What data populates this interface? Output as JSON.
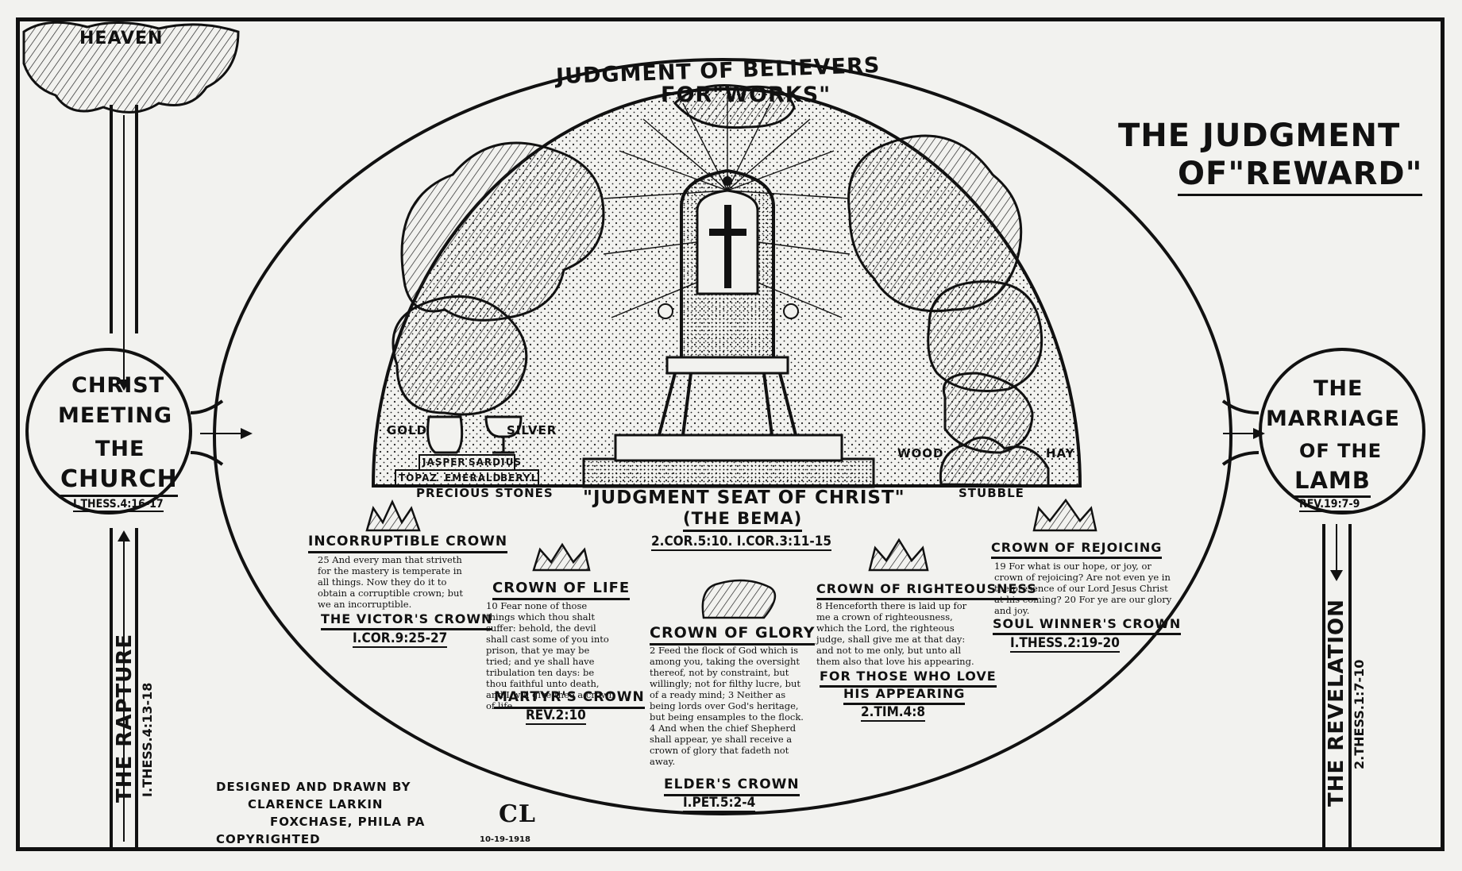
{
  "title": {
    "line1": "THE JUDGMENT",
    "line2": "OF\"REWARD\""
  },
  "heaven": "HEAVEN",
  "arc_title": {
    "line1": "JUDGMENT OF BELIEVERS",
    "line2": "FOR\"WORKS\""
  },
  "left_circle": {
    "line1": "CHRIST",
    "line2": "MEETING",
    "line3": "THE",
    "line4": "CHURCH",
    "ref": "I.THESS.4:16-17"
  },
  "right_circle": {
    "line1": "THE",
    "line2": "MARRIAGE",
    "line3": "OF THE",
    "line4": "LAMB",
    "ref": "REV.19:7-9"
  },
  "rapture": {
    "label": "THE RAPTURE",
    "ref": "I.THESS.4:13-18"
  },
  "revelation": {
    "label": "THE REVELATION",
    "ref": "2.THESS.1:7-10"
  },
  "materials": {
    "gold": "GOLD",
    "silver": "SILVER",
    "jasper": "JASPER",
    "sardius": "SARDIUS",
    "topaz": "TOPAZ",
    "emerald": "EMERALD",
    "beryl": "BERYL",
    "precious": "PRECIOUS STONES",
    "wood": "WOOD",
    "hay": "HAY",
    "stubble": "STUBBLE"
  },
  "seat": {
    "line1": "\"JUDGMENT SEAT OF CHRIST\"",
    "line2": "(THE BEMA)",
    "ref": "2.COR.5:10. I.COR.3:11-15"
  },
  "crowns": {
    "incorruptible": {
      "title": "INCORRUPTIBLE CROWN",
      "verse": "25 And every man that striveth for the mastery is temperate in all things. Now they do it to obtain a corruptible crown; but we an incorruptible.",
      "sub": "THE VICTOR'S CROWN",
      "ref": "I.COR.9:25-27"
    },
    "life": {
      "title": "CROWN OF LIFE",
      "verse": "10 Fear none of those things which thou shalt suffer: behold, the devil shall cast some of you into prison, that ye may be tried; and ye shall have tribulation ten days: be thou faithful unto death, and I will give thee a crown of life.",
      "sub": "MARTYR'S CROWN",
      "ref": "REV.2:10"
    },
    "glory": {
      "title": "CROWN OF GLORY",
      "verse": "2 Feed the flock of God which is among you, taking the oversight thereof, not by constraint, but willingly; not for filthy lucre, but of a ready mind; 3 Neither as being lords over God's heritage, but being ensamples to the flock. 4 And when the chief Shepherd shall appear, ye shall receive a crown of glory that fadeth not away.",
      "sub": "ELDER'S CROWN",
      "ref": "I.PET.5:2-4"
    },
    "righteousness": {
      "title": "CROWN OF RIGHTEOUSNESS",
      "verse": "8 Henceforth there is laid up for me a crown of righteousness, which the Lord, the righteous judge, shall give me at that day: and not to me only, but unto all them also that love his appearing.",
      "sub1": "FOR THOSE WHO LOVE",
      "sub2": "HIS APPEARING",
      "ref": "2.TIM.4:8"
    },
    "rejoicing": {
      "title": "CROWN OF REJOICING",
      "verse": "19 For what is our hope, or joy, or crown of rejoicing? Are not even ye in the presence of our Lord Jesus Christ at his coming? 20 For ye are our glory and joy.",
      "sub": "SOUL WINNER'S CROWN",
      "ref": "I.THESS.2:19-20"
    }
  },
  "credits": {
    "line1": "DESIGNED AND DRAWN BY",
    "line2": "CLARENCE LARKIN",
    "line3": "FOXCHASE, PHILA PA",
    "line4": "COPYRIGHTED"
  },
  "monogram": {
    "mark": "CL",
    "date": "10-19-1918"
  }
}
